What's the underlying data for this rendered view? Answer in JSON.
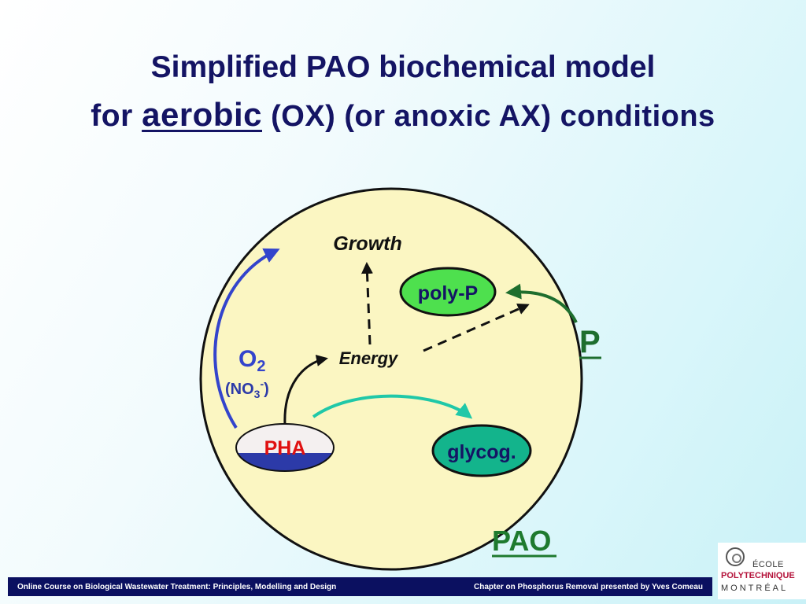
{
  "title": {
    "line1": "Simplified PAO biochemical model",
    "line2_prefix": "for ",
    "line2_emphasis": "aerobic",
    "line2_ox": " (OX)",
    "line2_rest": " (or anoxic AX) conditions"
  },
  "diagram": {
    "growth": "Growth",
    "energy": "Energy",
    "polyp": "poly-P",
    "p": "P",
    "o2": "O",
    "o2_sub": "2",
    "no3_open": "(NO",
    "no3_sub": "3",
    "no3_sup": "-",
    "no3_close": ")",
    "pha": "PHA",
    "glycog": "glycog.",
    "pao": "PAO",
    "colors": {
      "cell_fill": "#fbf6c2",
      "polyp_fill": "#4ee04e",
      "glycog_fill": "#13b48c",
      "pha_top": "#f4f0f0",
      "pha_bottom": "#2c3aa8",
      "pha_text": "#e01010",
      "blue_arrow": "#3344cc",
      "teal_arrow": "#20c8a8",
      "green_arrow": "#1e6e2e",
      "o2_text": "#3344cc",
      "no3_text": "#2c3aa8",
      "label_navy": "#141464",
      "pao_green": "#1e7a2e"
    }
  },
  "footer": {
    "left": "Online Course on Biological Wastewater Treatment: Principles, Modelling and Design",
    "right": "Chapter on Phosphorus Removal presented by Yves Comeau"
  },
  "logo": {
    "line1": "ÉCOLE",
    "line2": "POLYTECHNIQUE",
    "line3": "MONTRÉAL"
  }
}
